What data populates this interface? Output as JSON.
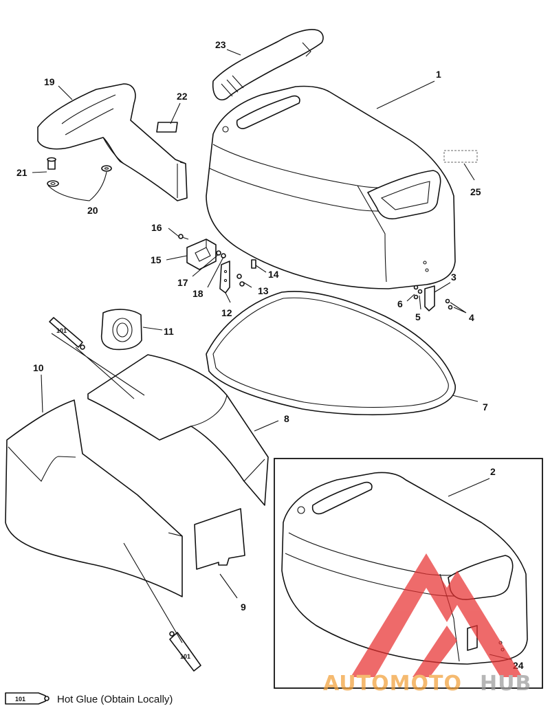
{
  "diagram": {
    "callouts": {
      "c1": "1",
      "c2": "2",
      "c3": "3",
      "c4": "4",
      "c5": "5",
      "c6": "6",
      "c7": "7",
      "c8": "8",
      "c9": "9",
      "c10": "10",
      "c11": "11",
      "c12": "12",
      "c13": "13",
      "c14": "14",
      "c15": "15",
      "c16": "16",
      "c17": "17",
      "c18": "18",
      "c19": "19",
      "c20": "20",
      "c21": "21",
      "c22": "22",
      "c23": "23",
      "c24": "24",
      "c25": "25"
    },
    "tube_label": "101",
    "legend": {
      "tube_label": "101",
      "text": "Hot Glue (Obtain Locally)"
    },
    "watermark": {
      "part1": "AUTOMOTO",
      "part2": "HUB",
      "color1": "#f2a03a",
      "color2": "#9a9a9a",
      "logo_color": "#e83232"
    }
  }
}
